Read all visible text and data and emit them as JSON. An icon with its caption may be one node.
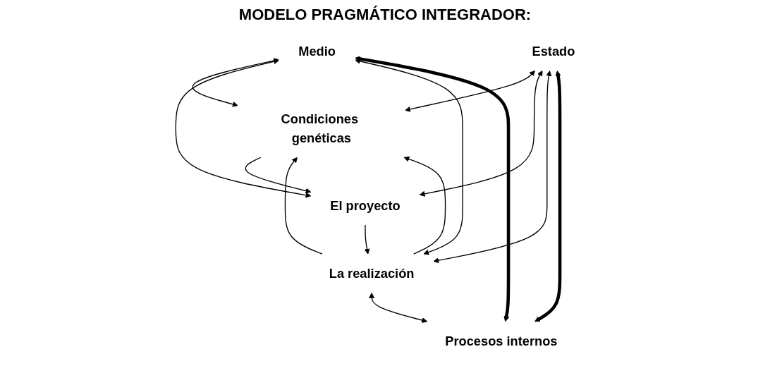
{
  "diagram": {
    "title": "MODELO PRAGMÁTICO INTEGRADOR:",
    "nodes": [
      {
        "text": [
          "Condiciones genéticas"
        ]
      },
      {
        "text": [
          "Medio"
        ]
      },
      {
        "text": [
          "El proyecto"
        ]
      },
      {
        "text": [
          "Estado"
        ]
      },
      {
        "text": [
          "La realización"
        ]
      },
      {
        "text": [
          "Procesos internos"
        ]
      }
    ],
    "edges": [
      {
        "from": 4,
        "to": 0,
        "arrow": "to"
      },
      {
        "from": 4,
        "to": 0,
        "arrow": "to"
      },
      {
        "from": 1,
        "to": 0,
        "arrow": "both"
      },
      {
        "from": 3,
        "to": 0,
        "arrow": "both"
      },
      {
        "from": 0,
        "to": 2,
        "arrow": "to"
      },
      {
        "from": 1,
        "to": 2,
        "arrow": "both"
      },
      {
        "from": 3,
        "to": 2,
        "arrow": "both"
      },
      {
        "from": 2,
        "to": 4,
        "arrow": "to"
      },
      {
        "from": 1,
        "to": 4,
        "arrow": "both"
      },
      {
        "from": 3,
        "to": 4,
        "arrow": "both"
      },
      {
        "from": 1,
        "to": 5,
        "arrow": "both",
        "style": "thick"
      },
      {
        "from": 3,
        "to": 5,
        "arrow": "both",
        "style": "thick"
      },
      {
        "from": 4,
        "to": 5,
        "arrow": "both"
      }
    ]
  }
}
